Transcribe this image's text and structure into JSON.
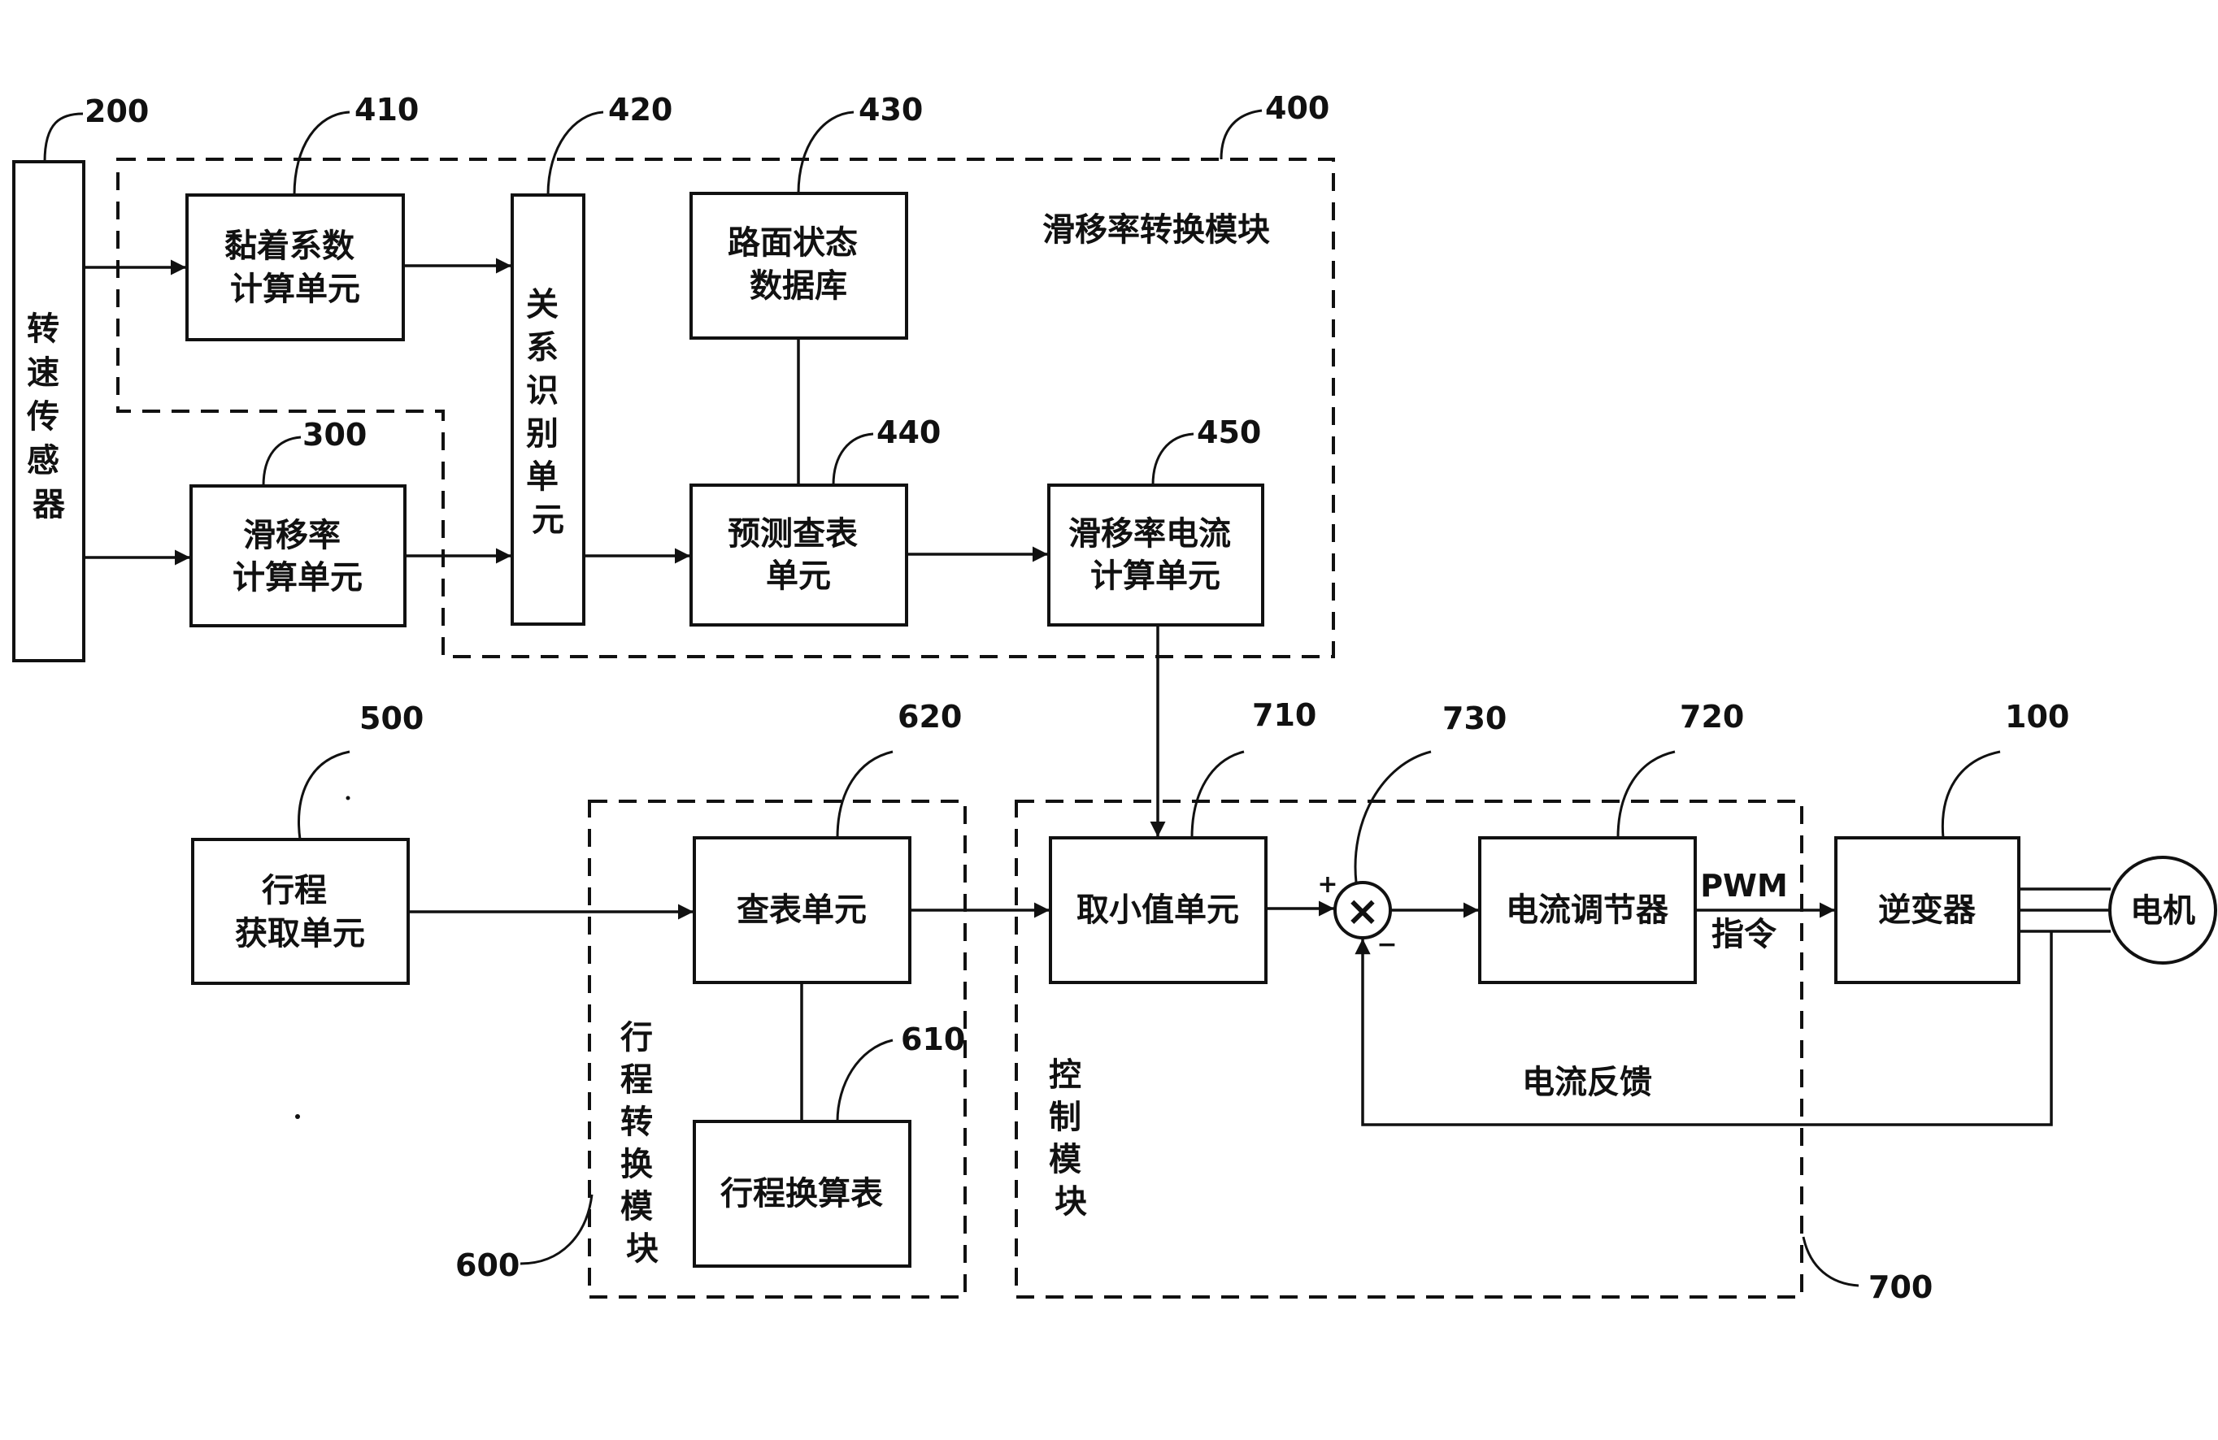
{
  "refs": {
    "r100": "100",
    "r200": "200",
    "r300": "300",
    "r400": "400",
    "r410": "410",
    "r420": "420",
    "r430": "430",
    "r440": "440",
    "r450": "450",
    "r500": "500",
    "r600": "600",
    "r610": "610",
    "r620": "620",
    "r700": "700",
    "r710": "710",
    "r720": "720",
    "r730": "730"
  },
  "blocks": {
    "speed_sensor": [
      "转",
      "速",
      "传",
      "感",
      "器"
    ],
    "adhesion_calc": [
      "黏着系数",
      "计算单元"
    ],
    "relation_id": [
      "关",
      "系",
      "识",
      "别",
      "单",
      "元"
    ],
    "road_db": [
      "路面状态",
      "数据库"
    ],
    "slip_calc": [
      "滑移率",
      "计算单元"
    ],
    "predict_lookup": [
      "预测查表",
      "单元"
    ],
    "slip_current_calc": [
      "滑移率电流",
      "计算单元"
    ],
    "stroke_acquire": [
      "行程",
      "获取单元"
    ],
    "lookup_unit": "查表单元",
    "stroke_table": "行程换算表",
    "min_value": "取小值单元",
    "current_regulator": "电流调节器",
    "inverter": "逆变器",
    "motor": "电机"
  },
  "modules": {
    "slip_conversion": "滑移率转换模块",
    "stroke_conversion": [
      "行",
      "程",
      "转",
      "换",
      "模",
      "块"
    ],
    "control": [
      "控",
      "制",
      "模",
      "块"
    ]
  },
  "signals": {
    "pwm": [
      "PWM",
      "指令"
    ],
    "current_feedback": "电流反馈",
    "plus": "+",
    "minus": "−",
    "multiply": "×"
  }
}
